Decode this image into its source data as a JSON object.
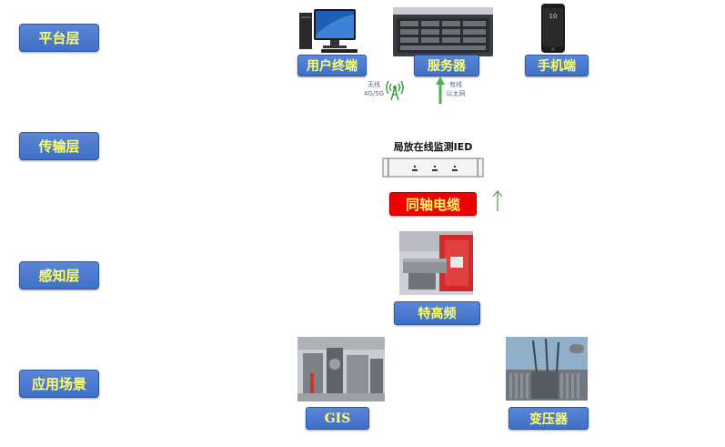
{
  "layers": {
    "platform": "平台层",
    "transport": "传输层",
    "sensing": "感知层",
    "application": "应用场景"
  },
  "platform": {
    "user_terminal": "用户终端",
    "server": "服务器",
    "mobile": "手机端",
    "wireless_line1": "无线",
    "wireless_line2": "4G/5G",
    "wired_line1": "有线",
    "wired_line2": "以太网"
  },
  "transport": {
    "ied_title": "局放在线监测IED",
    "cable_label": "同轴电缆"
  },
  "sensing": {
    "sensor_label": "特高频"
  },
  "application": {
    "gis_label": "GIS",
    "transformer_label": "变压器"
  },
  "colors": {
    "label_bg": "#4a79d0",
    "label_text": "#ffff66",
    "cable_bg": "#ee0000",
    "arrow_green": "#4caf50"
  }
}
